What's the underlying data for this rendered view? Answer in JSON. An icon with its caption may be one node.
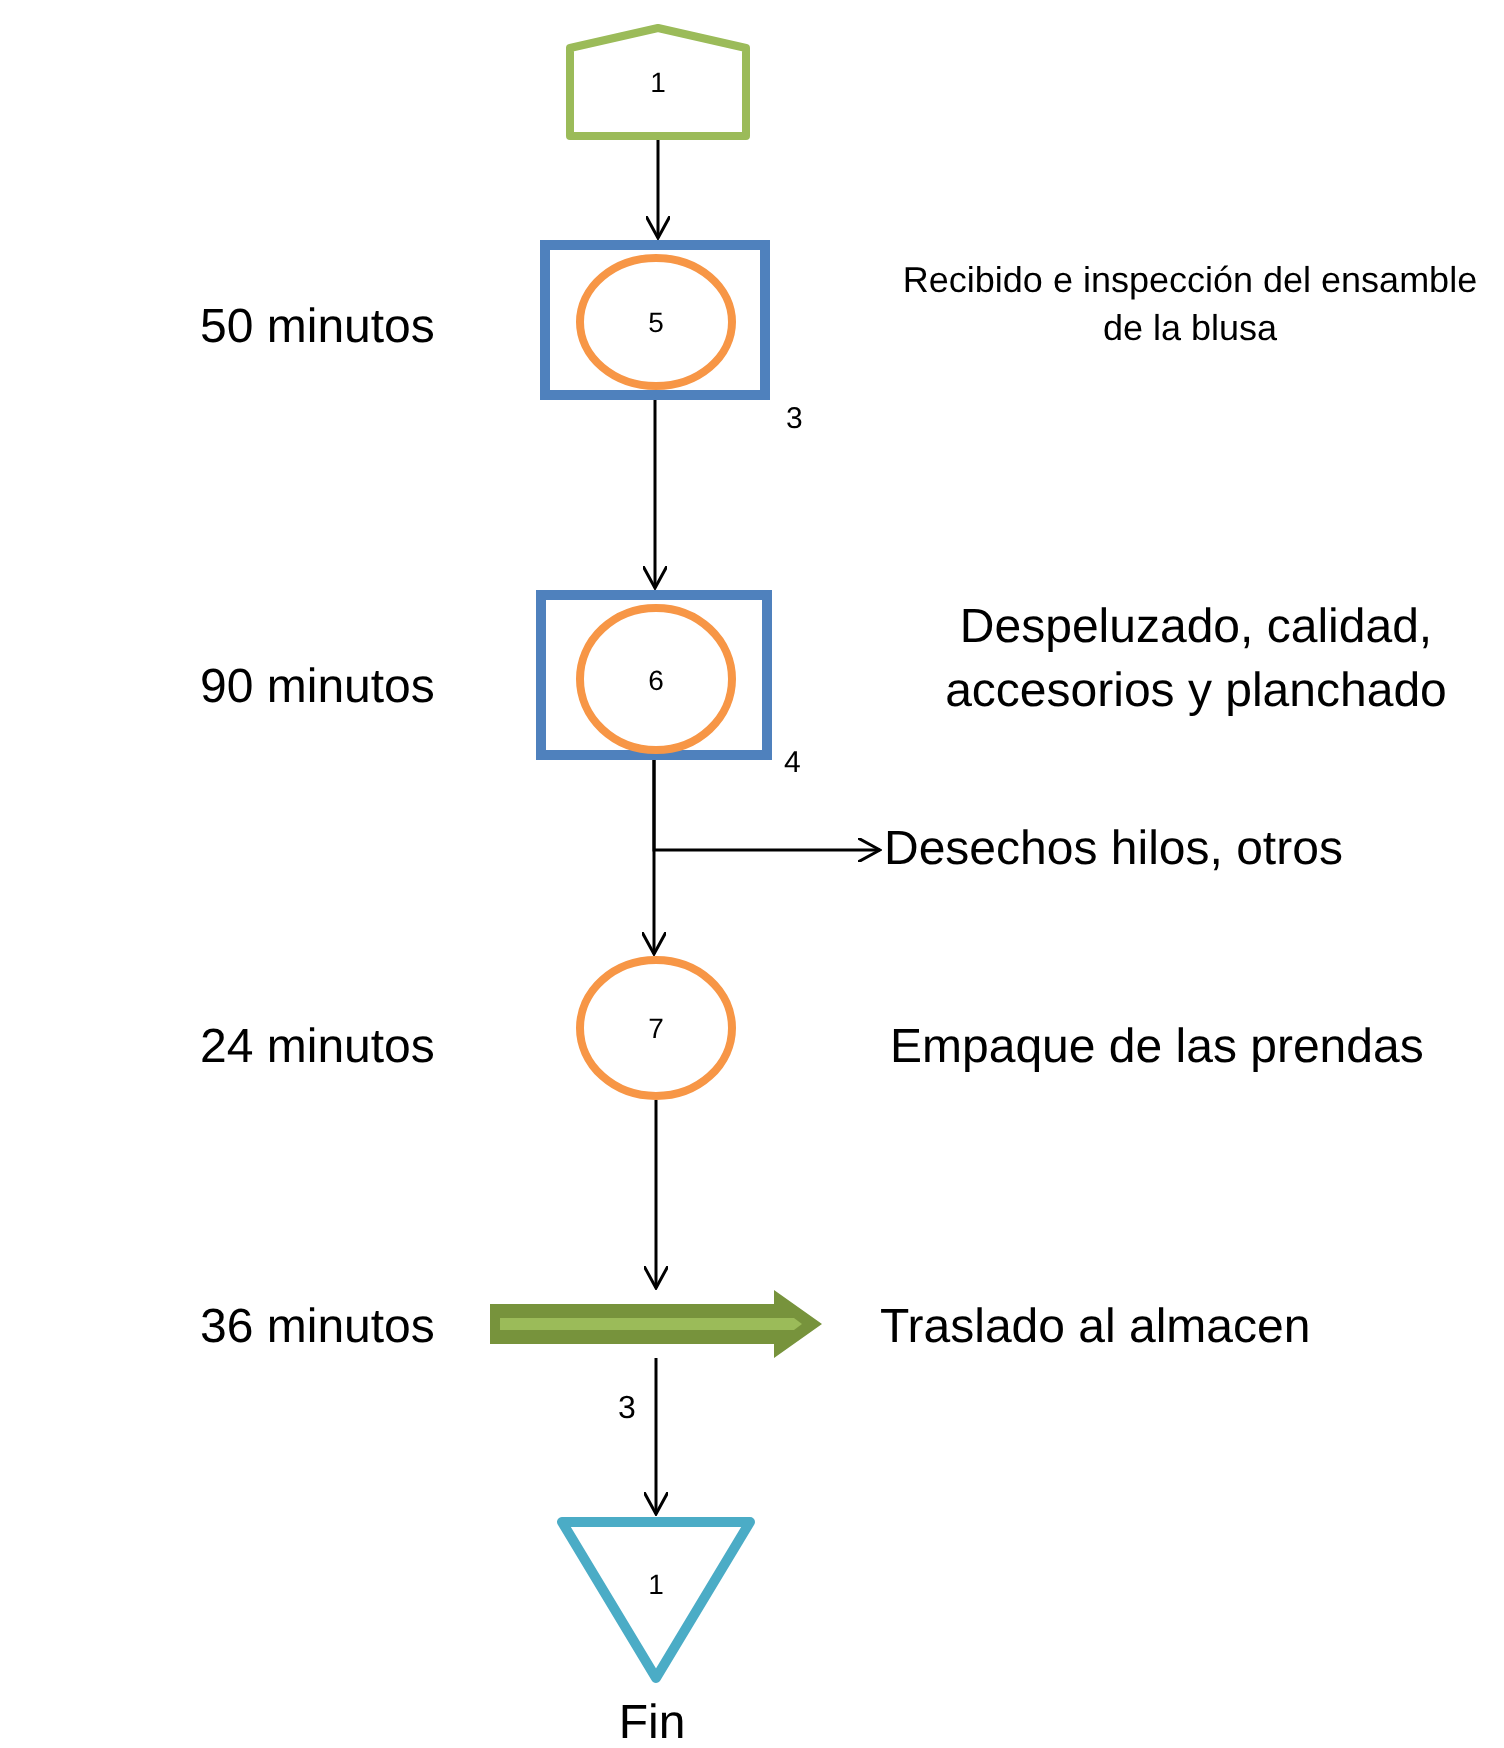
{
  "diagram": {
    "nodes": [
      {
        "text": [
          "1"
        ]
      },
      {
        "text": [],
        "shape": "box",
        "beside": [
          "50 minutos",
          "3",
          "Recibido e inspección del ensamble de la blusa"
        ]
      },
      {
        "text": [
          "5"
        ],
        "in": 1
      },
      {
        "text": [],
        "shape": "box",
        "beside": [
          "90 minutos",
          "4",
          "Despeluzado, calidad, accesorios y planchado"
        ]
      },
      {
        "text": [
          "6"
        ],
        "in": 3
      },
      {
        "text": [
          "Desechos hilos, otros"
        ]
      },
      {
        "text": [
          "7"
        ],
        "beside": [
          "24 minutos",
          "Empaque de las prendas"
        ]
      },
      {
        "text": [],
        "shape": "arrow",
        "beside": [
          "36 minutos",
          "Traslado al almacen"
        ]
      },
      {
        "text": [
          "1"
        ],
        "beside": [
          "Fin"
        ]
      }
    ],
    "edges": [
      {
        "from": 0,
        "to": 1,
        "arrow": "to"
      },
      {
        "from": 1,
        "to": 3,
        "arrow": "to"
      },
      {
        "from": 3,
        "to": 5,
        "arrow": "to"
      },
      {
        "from": 3,
        "to": 6,
        "arrow": "to"
      },
      {
        "from": 6,
        "to": 7,
        "arrow": "to"
      },
      {
        "from": 7,
        "to": 8,
        "arrow": "to",
        "label": "3"
      }
    ]
  }
}
